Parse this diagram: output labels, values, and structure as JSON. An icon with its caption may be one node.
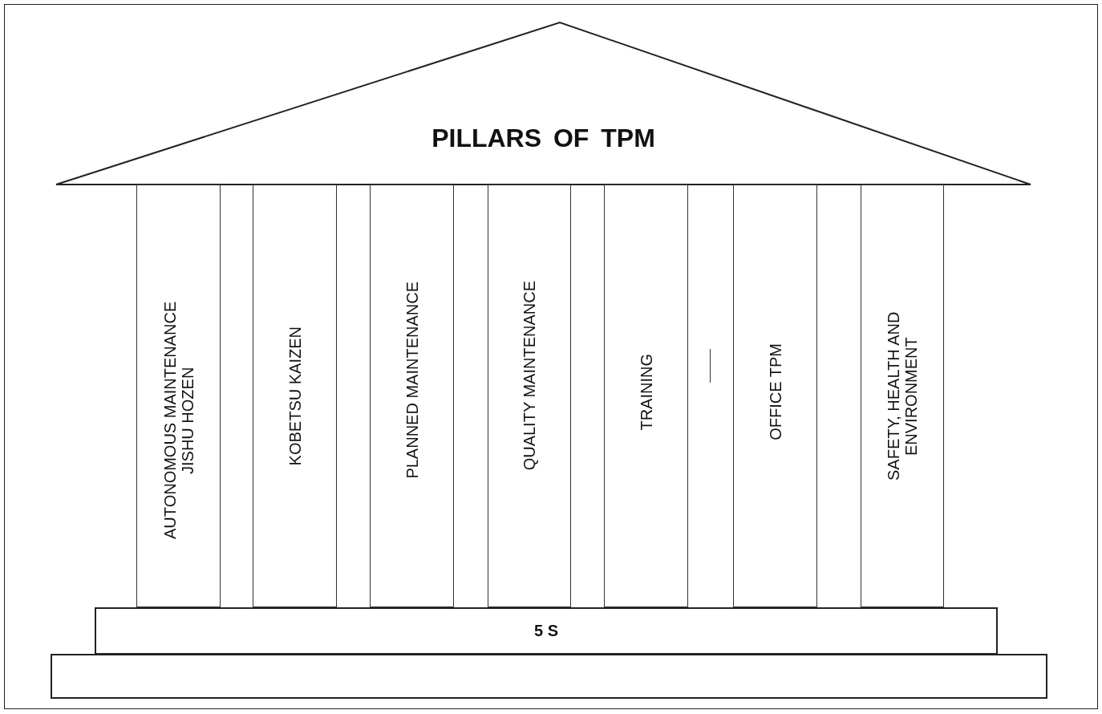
{
  "diagram": {
    "nodes": [
      {
        "text": [
          "PILLARS OF TPM"
        ]
      },
      {
        "text": [
          "AUTONOMOUS MAINTENANCE JISHU HOZEN"
        ]
      },
      {
        "text": [
          "KOBETSU KAIZEN"
        ]
      },
      {
        "text": [
          "PLANNED MAINTENANCE"
        ]
      },
      {
        "text": [
          "QUALITY MAINTENANCE"
        ]
      },
      {
        "text": [
          "TRAINING"
        ]
      },
      {
        "text": [
          "OFFICE TPM"
        ]
      },
      {
        "text": [
          "SAFETY, HEALTH AND ENVIRONMENT"
        ]
      },
      {
        "text": [
          "5 S"
        ]
      },
      {
        "text": [],
        "shape": "box"
      }
    ]
  }
}
